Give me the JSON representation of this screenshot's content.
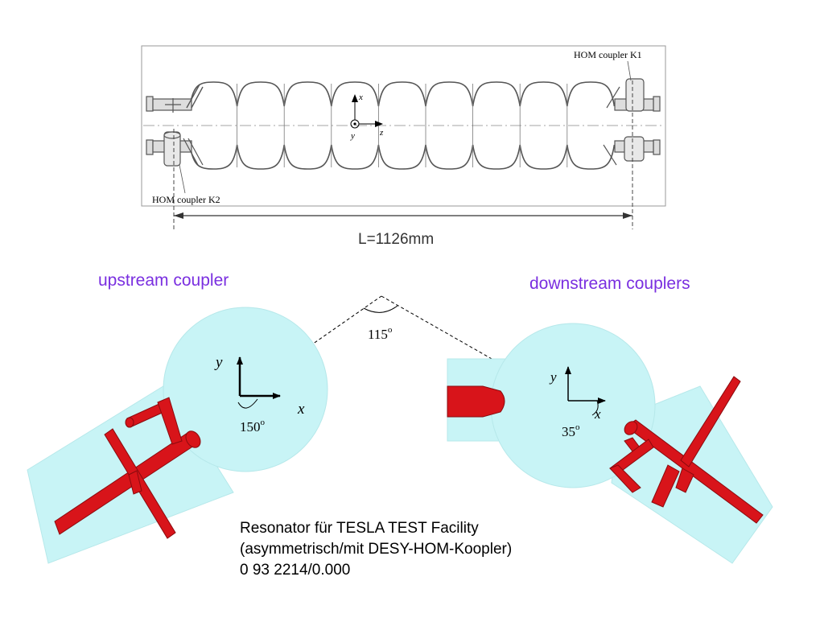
{
  "cavity_drawing": {
    "hom_k1_label": "HOM coupler K1",
    "hom_k2_label": "HOM coupler K2",
    "length_label": "L=1126mm",
    "axis_x": "x",
    "axis_y": "y",
    "axis_z": "z"
  },
  "upstream": {
    "title": "upstream coupler",
    "axis_x": "x",
    "axis_y": "y",
    "angle": "150",
    "angle_sup": "o"
  },
  "downstream": {
    "title": "downstream couplers",
    "axis_x": "x",
    "axis_y": "y",
    "angle": "35",
    "angle_sup": "o"
  },
  "apex": {
    "angle": "115",
    "angle_sup": "o"
  },
  "caption": {
    "line1": "Resonator für TESLA TEST Facility",
    "line2": "(asymmetrisch/mit DESY-HOM-Koopler)",
    "line3": "0 93 2214/0.000"
  },
  "colors": {
    "coupler_red": "#d8141a",
    "pipe_cyan": "#c8f4f6",
    "label_purple": "#7a2fe0"
  }
}
